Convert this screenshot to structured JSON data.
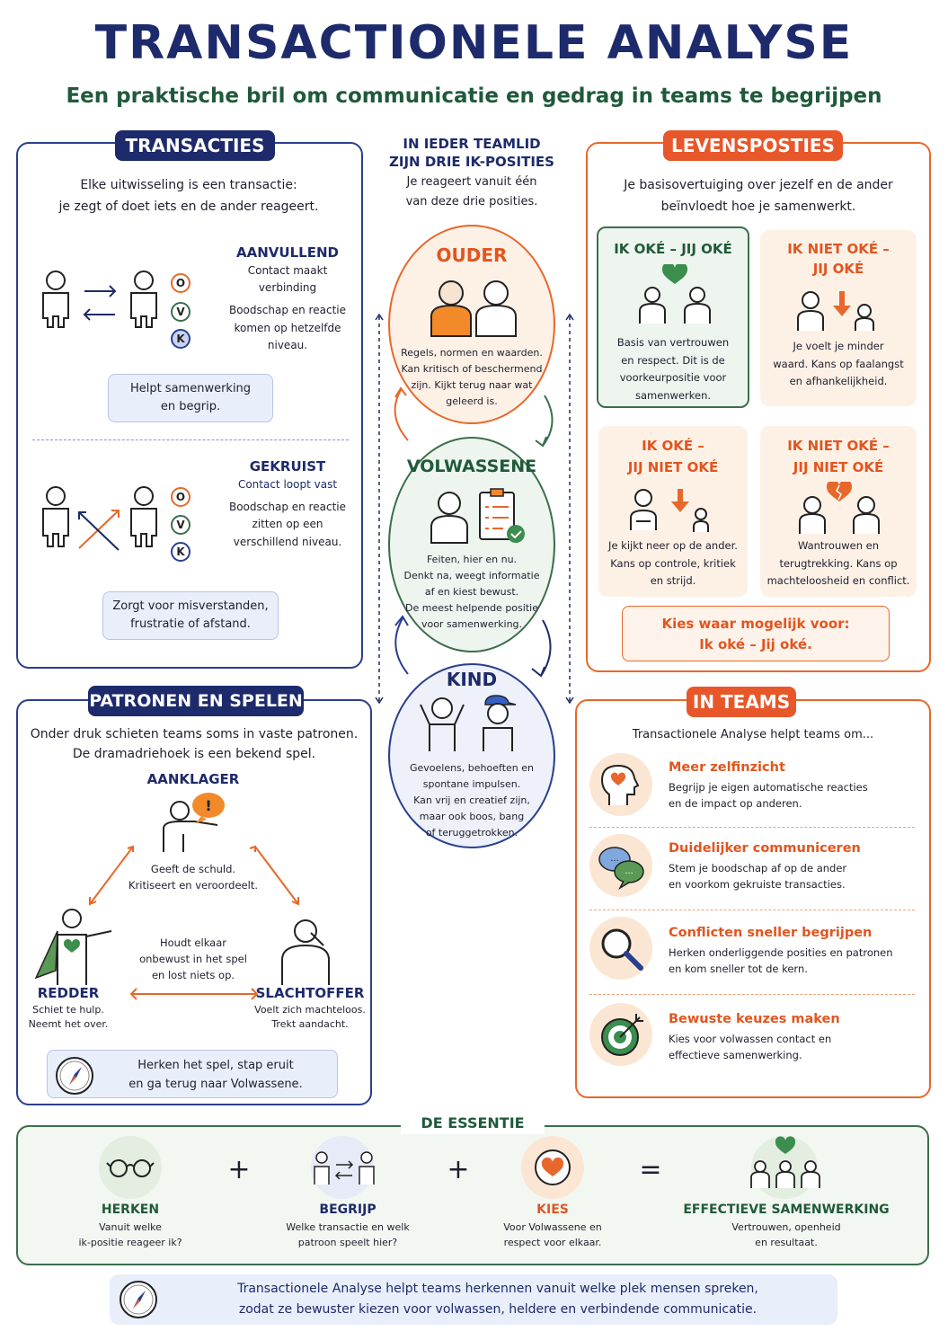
{
  "header": {
    "title": "TRANSACTIONELE ANALYSE",
    "subtitle": "Een praktische bril om communicatie en gedrag in teams te begrijpen"
  },
  "transacties": {
    "tag": "TRANSACTIES",
    "intro1": "Elke uitwisseling is een transactie:",
    "intro2": "je zegt of doet iets en de ander reageert.",
    "aanvullend": {
      "title": "AANVULLEND",
      "line1": "Contact maakt verbinding",
      "line2": "Boodschap en reactie",
      "line3": "komen op hetzelfde niveau.",
      "note1": "Helpt samenwerking",
      "note2": "en begrip."
    },
    "gekruist": {
      "title": "GEKRUIST",
      "line1": "Contact loopt vast",
      "line2": "Boodschap en reactie",
      "line3": "zitten op een",
      "line4": "verschillend niveau.",
      "note1": "Zorgt voor misverstanden,",
      "note2": "frustratie of afstand."
    },
    "letters": [
      "O",
      "V",
      "K"
    ]
  },
  "center": {
    "heading1": "IN IEDER TEAMLID",
    "heading2": "ZIJN DRIE IK-POSITIES",
    "sub1": "Je reageert vanuit één",
    "sub2": "van deze drie posities.",
    "ouder": {
      "title": "OUDER",
      "l1": "Regels, normen en waarden.",
      "l2": "Kan kritisch of beschermend",
      "l3": "zijn. Kijkt terug naar wat",
      "l4": "geleerd is."
    },
    "volwassene": {
      "title": "VOLWASSENE",
      "l1": "Feiten, hier en nu.",
      "l2": "Denkt na, weegt informatie",
      "l3": "af en kiest bewust.",
      "l4": "De meest helpende positie",
      "l5": "voor samenwerking."
    },
    "kind": {
      "title": "KIND",
      "l1": "Gevoelens, behoeften en",
      "l2": "spontane impulsen.",
      "l3": "Kan vrij en creatief zijn,",
      "l4": "maar ook boos, bang",
      "l5": "of teruggetrokken."
    }
  },
  "levensposties": {
    "tag": "LEVENSPOSTIES",
    "intro1": "Je basisovertuiging over jezelf en de ander",
    "intro2": "beïnvloedt hoe je samenwerkt.",
    "c1": {
      "title": "IK OKÉ – JIJ OKÉ",
      "l1": "Basis van vertrouwen",
      "l2": "en respect. Dit is de",
      "l3": "voorkeurpositie voor",
      "l4": "samenwerken."
    },
    "c2": {
      "title1": "IK NIET OKÉ –",
      "title2": "JIJ OKÉ",
      "l1": "Je voelt je minder",
      "l2": "waard. Kans op faalangst",
      "l3": "en afhankelijkheid."
    },
    "c3": {
      "title1": "IK OKÉ –",
      "title2": "JIJ NIET OKÉ",
      "l1": "Je kijkt neer op de ander.",
      "l2": "Kans op controle, kritiek",
      "l3": "en strijd."
    },
    "c4": {
      "title1": "IK NIET OKÉ –",
      "title2": "JIJ NIET OKÉ",
      "l1": "Wantrouwen en",
      "l2": "terugtrekking. Kans op",
      "l3": "machteloosheid en conflict."
    },
    "choose1": "Kies waar mogelijk voor:",
    "choose2": "Ik oké – Jij oké."
  },
  "patronen": {
    "tag": "PATRONEN EN SPELEN",
    "intro1": "Onder druk schieten teams soms in vaste patronen.",
    "intro2": "De dramadriehoek is een bekend spel.",
    "aanklager": {
      "title": "AANKLAGER",
      "l1": "Geeft de schuld.",
      "l2": "Kritiseert en veroordeelt."
    },
    "redder": {
      "title": "REDDER",
      "l1": "Schiet te hulp.",
      "l2": "Neemt het over."
    },
    "slachtoffer": {
      "title": "SLACHTOFFER",
      "l1": "Voelt zich machteloos.",
      "l2": "Trekt aandacht."
    },
    "middle1": "Houdt elkaar",
    "middle2": "onbewust in het spel",
    "middle3": "en lost niets op.",
    "tip1": "Herken het spel, stap eruit",
    "tip2": "en ga terug naar Volwassene."
  },
  "teams": {
    "tag": "IN TEAMS",
    "intro": "Transactionele Analyse helpt teams om...",
    "items": [
      {
        "title": "Meer zelfinzicht",
        "l1": "Begrijp je eigen automatische reacties",
        "l2": "en de impact op anderen."
      },
      {
        "title": "Duidelijker communiceren",
        "l1": "Stem je boodschap af op de ander",
        "l2": "en voorkom gekruiste transacties."
      },
      {
        "title": "Conflicten sneller begrijpen",
        "l1": "Herken onderliggende posities en patronen",
        "l2": "en kom sneller tot de kern."
      },
      {
        "title": "Bewuste keuzes maken",
        "l1": "Kies voor volwassen contact en",
        "l2": "effectieve samenwerking."
      }
    ]
  },
  "essentie": {
    "tag": "DE ESSENTIE",
    "herken": {
      "title": "HERKEN",
      "l1": "Vanuit welke",
      "l2": "ik-positie reageer ik?"
    },
    "begrijp": {
      "title": "BEGRIJP",
      "l1": "Welke transactie en welk",
      "l2": "patroon speelt hier?"
    },
    "kies": {
      "title": "KIES",
      "l1": "Voor Volwassene en",
      "l2": "respect voor elkaar."
    },
    "result": {
      "title": "EFFECTIEVE SAMENWERKING",
      "l1": "Vertrouwen, openheid",
      "l2": "en resultaat."
    },
    "plus": "+",
    "eq": "="
  },
  "footer": {
    "l1": "Transactionele Analyse helpt teams herkennen vanuit welke plek mensen spreken,",
    "l2": "zodat ze bewuster kiezen voor volwassen, heldere en verbindende communicatie."
  }
}
